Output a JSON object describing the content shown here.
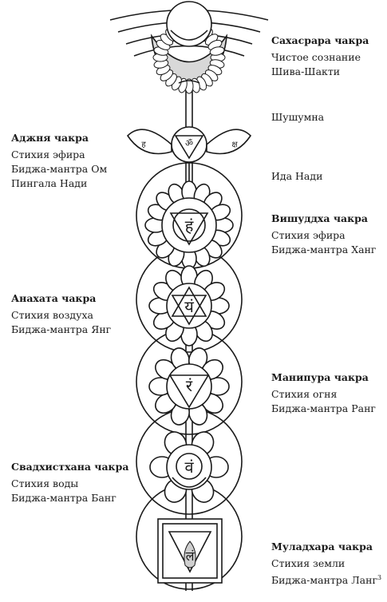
{
  "colors": {
    "ink": "#1a1a1a",
    "paper": "#ffffff"
  },
  "labels": {
    "sahasrara": {
      "title": "Сахасрара чакра",
      "lines": [
        "Чистое сознание",
        "Шива-Шакти"
      ]
    },
    "sushumna": "Шушумна",
    "ajna": {
      "title": "Аджня чакра",
      "lines": [
        "Стихия эфира",
        "Биджа-мантра Ом",
        "Пингала Нади"
      ]
    },
    "ida": "Ида Нади",
    "vishuddha": {
      "title": "Вишуддха чакра",
      "lines": [
        "Стихия эфира",
        "Биджа-мантра Ханг"
      ]
    },
    "anahata": {
      "title": "Анахата чакра",
      "lines": [
        "Стихия воздуха",
        "Биджа-мантра Янг"
      ]
    },
    "manipura": {
      "title": "Манипура чакра",
      "lines": [
        "Стихия огня",
        "Биджа-мантра Ранг"
      ]
    },
    "svadhisthana": {
      "title": "Свадхистхана чакра",
      "lines": [
        "Стихия воды",
        "Биджа-мантра Банг"
      ]
    },
    "muladhara": {
      "title": "Муладхара чакра",
      "lines": [
        "Стихия земли",
        "Биджа-мантра Ланг"
      ],
      "footnote": "3"
    }
  },
  "glyphs": {
    "ajna_center": "ॐ",
    "ajna_left": "ह",
    "ajna_right": "क्ष",
    "vishuddha": "हं",
    "anahata": "यं",
    "manipura": "रं",
    "svadhisthana": "वं",
    "muladhara": "लं"
  }
}
